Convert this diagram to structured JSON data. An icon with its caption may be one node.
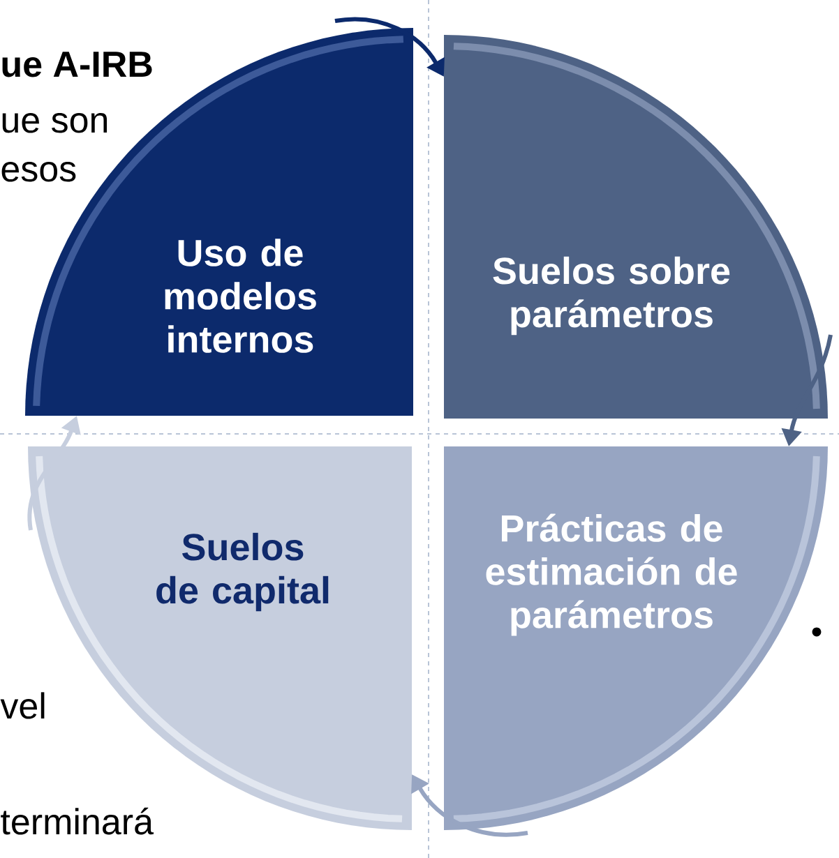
{
  "diagram": {
    "nodes": [
      {
        "text": [
          "Uso de modelos internos"
        ]
      },
      {
        "text": [
          "Suelos sobre parámetros"
        ]
      },
      {
        "text": [
          "Prácticas de estimación de parámetros"
        ]
      },
      {
        "text": [
          "Suelos de capital"
        ]
      }
    ],
    "edges": [
      {
        "from": 0,
        "to": 1,
        "arrow": "to",
        "color": "#0c2a6c"
      },
      {
        "from": 1,
        "to": 2,
        "arrow": "to",
        "color": "#4e6285"
      },
      {
        "from": 2,
        "to": 3,
        "arrow": "to",
        "color": "#97a5c2"
      },
      {
        "from": 3,
        "to": 0,
        "arrow": "to",
        "color": "#c6cede"
      }
    ],
    "labels": [
      "**ue A-IRB**",
      "ue son",
      "esos",
      "vel",
      "terminará"
    ]
  }
}
